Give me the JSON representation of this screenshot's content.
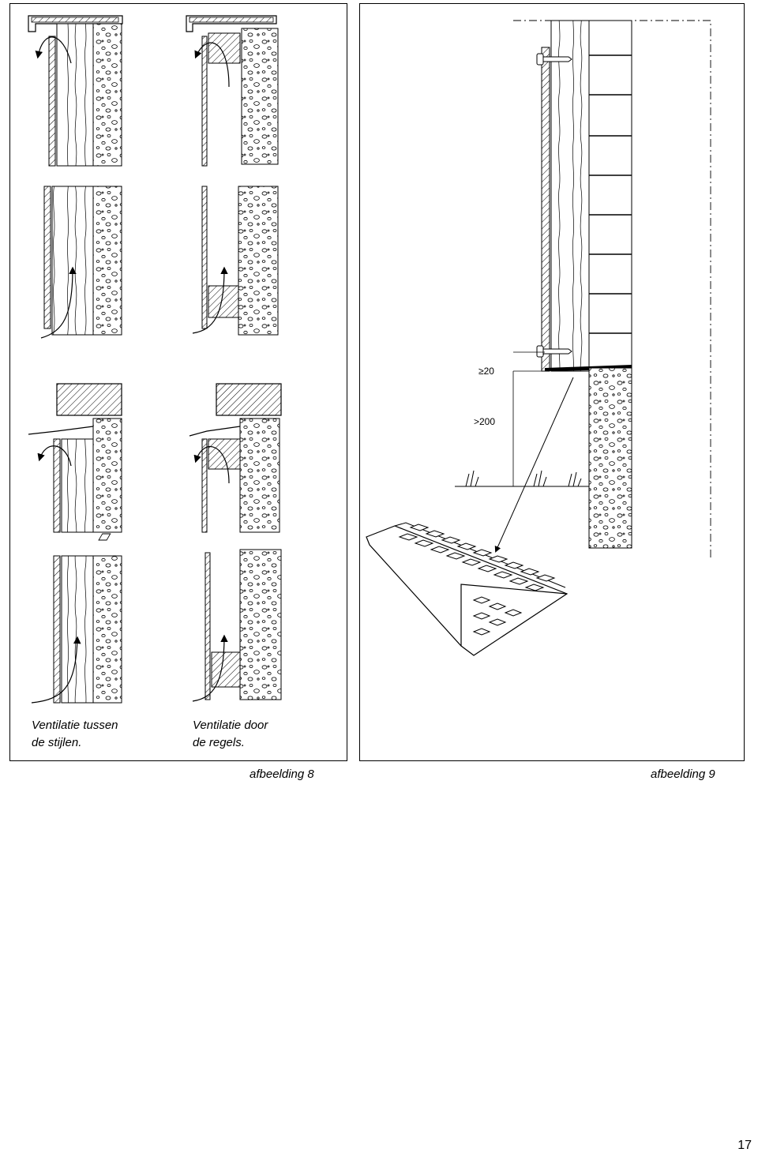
{
  "figure8": {
    "caption_left_line1": "Ventilatie tussen",
    "caption_left_line2": "de stijlen.",
    "caption_right_line1": "Ventilatie door",
    "caption_right_line2": "de regels.",
    "label": "afbeelding 8"
  },
  "figure9": {
    "dim_top": "≥20",
    "dim_bottom": ">200",
    "label": "afbeelding 9"
  },
  "page_number": "17"
}
